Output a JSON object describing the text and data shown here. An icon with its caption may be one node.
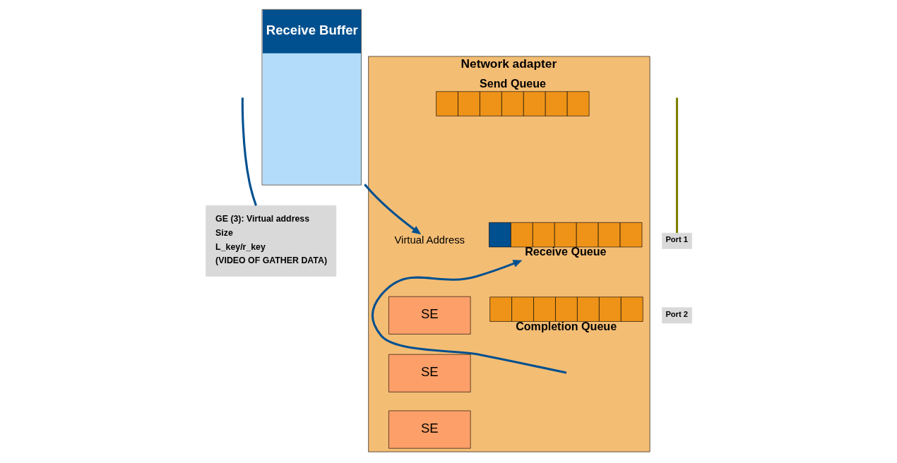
{
  "diagram": {
    "nodes": [
      {
        "text": [
          "Network adapter"
        ]
      },
      {
        "text": [
          "Send Queue"
        ],
        "in": 0
      },
      {
        "text": [
          "Receive Queue"
        ],
        "in": 0
      },
      {
        "text": [
          "Completion Queue"
        ],
        "in": 0
      },
      {
        "text": [
          "SE"
        ],
        "in": 0
      },
      {
        "text": [
          "SE"
        ],
        "in": 0
      },
      {
        "text": [
          "SE"
        ],
        "in": 0
      },
      {
        "text": [
          "Virtual Address"
        ],
        "in": 0
      },
      {
        "text": [
          "Receive Buffer"
        ]
      },
      {
        "text": [
          "GE (3): Virtual address",
          "Size",
          "L_key/r_key",
          "(VIDEO OF GATHER DATA)"
        ]
      },
      {
        "text": [
          "Port 1"
        ]
      },
      {
        "text": [
          "Port 2"
        ]
      }
    ],
    "edges": [
      {
        "from": null,
        "to": 2,
        "arrow": "to"
      },
      {
        "from": 8,
        "to": 7,
        "arrow": "to"
      },
      {
        "from": null,
        "to": 9,
        "arrow": "none"
      },
      {
        "from": null,
        "to": 10,
        "arrow": "none",
        "color": "#808000"
      }
    ]
  }
}
